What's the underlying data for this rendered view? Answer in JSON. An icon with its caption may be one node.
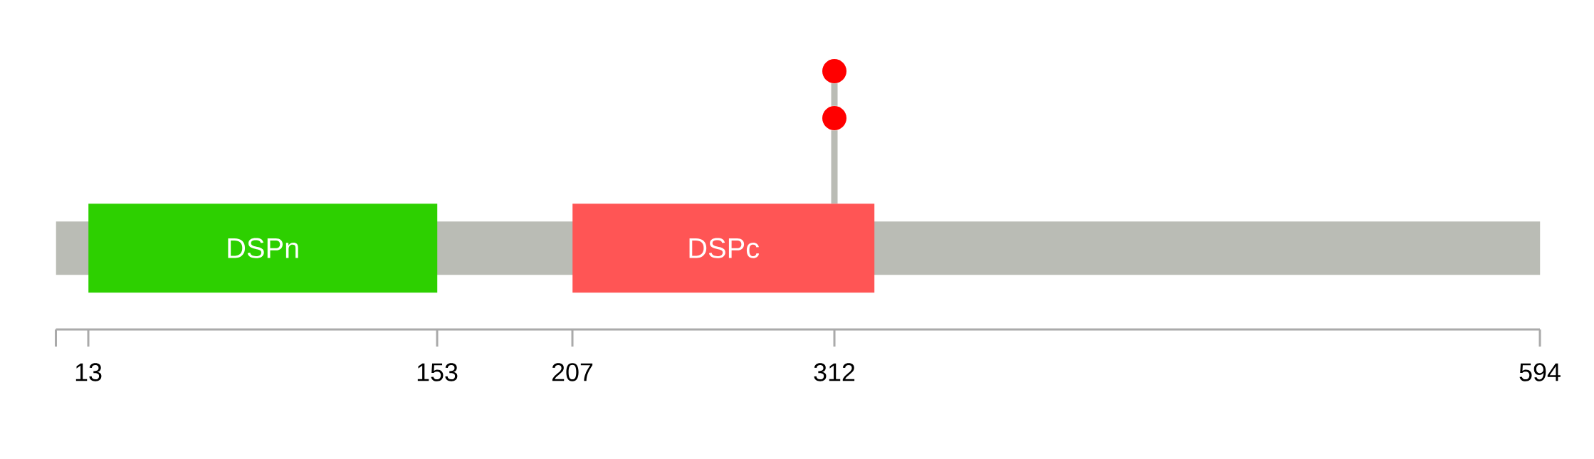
{
  "diagram": {
    "nodes": [
      {
        "text": [],
        "shape": "bar"
      },
      {
        "text": [
          "DSPn"
        ]
      },
      {
        "text": [
          "DSPc"
        ]
      },
      {
        "text": [],
        "shape": "circle"
      },
      {
        "text": [],
        "shape": "circle"
      }
    ],
    "edges": [
      {
        "from": 2,
        "to": 4,
        "arrow": "none"
      },
      {
        "from": 4,
        "to": 3,
        "arrow": "none"
      }
    ],
    "labels": [
      "13",
      "153",
      "207",
      "312",
      "594"
    ]
  }
}
